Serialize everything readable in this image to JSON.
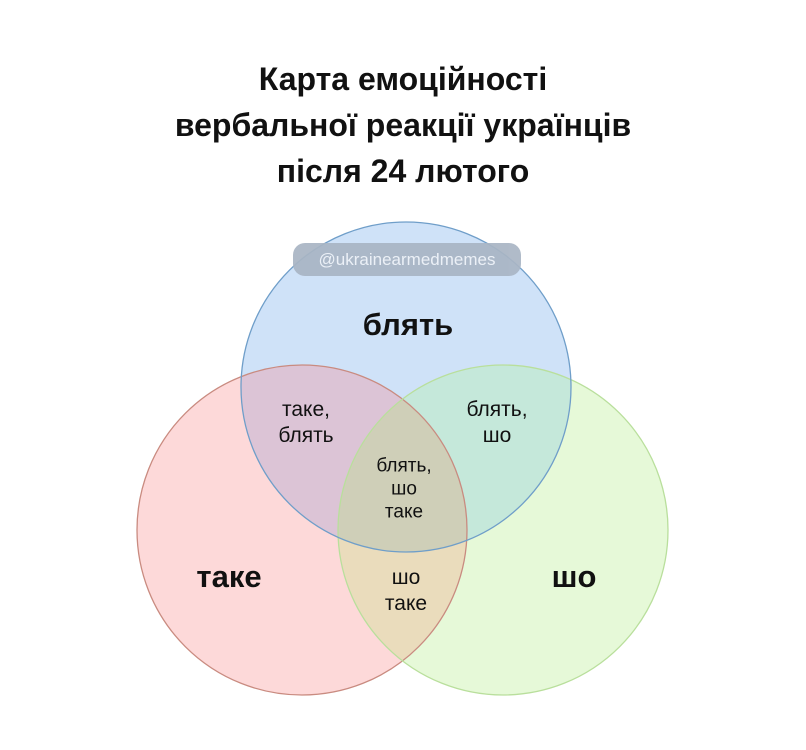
{
  "title": {
    "line1": "Карта емоційності",
    "line2": "вербальної реакції українців",
    "line3": "після 24 лютого"
  },
  "watermark": "@ukrainearmedmemes",
  "venn": {
    "sets": [
      {
        "id": "top",
        "label": "блять",
        "color": "#cfe2f8",
        "stroke": "#6f9ec9"
      },
      {
        "id": "left",
        "label": "таке",
        "color": "#fdd9d9",
        "stroke": "#c98b80"
      },
      {
        "id": "right",
        "label": "шо",
        "color": "#e6f9d8",
        "stroke": "#b9df9c"
      }
    ],
    "intersections": {
      "left_top": [
        "таке,",
        "блять"
      ],
      "top_right": [
        "блять,",
        "шо"
      ],
      "left_right": [
        "шо",
        "таке"
      ],
      "all": [
        "блять,",
        "шо",
        "таке"
      ]
    }
  },
  "chart_data": {
    "type": "venn",
    "title": "Карта емоційності вербальної реакції українців після 24 лютого",
    "sets": [
      "блять",
      "таке",
      "шо"
    ],
    "regions": [
      {
        "sets": [
          "блять"
        ],
        "label": "блять"
      },
      {
        "sets": [
          "таке"
        ],
        "label": "таке"
      },
      {
        "sets": [
          "шо"
        ],
        "label": "шо"
      },
      {
        "sets": [
          "таке",
          "блять"
        ],
        "label": "таке, блять"
      },
      {
        "sets": [
          "блять",
          "шо"
        ],
        "label": "блять, шо"
      },
      {
        "sets": [
          "шо",
          "таке"
        ],
        "label": "шо таке"
      },
      {
        "sets": [
          "блять",
          "шо",
          "таке"
        ],
        "label": "блять, шо таке"
      }
    ]
  }
}
